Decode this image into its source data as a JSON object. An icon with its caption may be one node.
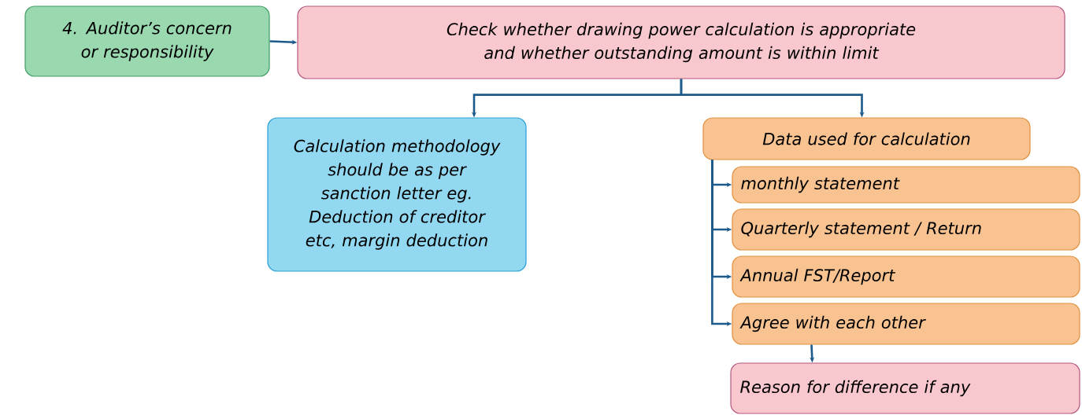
{
  "diagram": {
    "nodes": [
      {
        "text": [
          "4. Auditor’s concern or responsibility"
        ]
      },
      {
        "text": [
          "Check whether drawing power calculation is appropriate and whether outstanding amount is within limit"
        ]
      },
      {
        "text": [
          "Calculation methodology should be as per sanction letter eg. Deduction of creditor etc, margin deduction"
        ]
      },
      {
        "text": [
          "Data used for calculation"
        ]
      },
      {
        "text": [
          "monthly statement"
        ]
      },
      {
        "text": [
          "Quarterly statement / Return"
        ]
      },
      {
        "text": [
          "Annual FST/Report"
        ]
      },
      {
        "text": [
          "Agree with each other"
        ]
      },
      {
        "text": [
          "Reason for difference if any"
        ]
      }
    ],
    "edges": [
      {
        "from": 0,
        "to": 1,
        "arrow": "to"
      },
      {
        "from": 1,
        "to": 2,
        "arrow": "to"
      },
      {
        "from": 1,
        "to": 3,
        "arrow": "to"
      },
      {
        "from": 3,
        "to": 4,
        "arrow": "to"
      },
      {
        "from": 3,
        "to": 5,
        "arrow": "to"
      },
      {
        "from": 3,
        "to": 6,
        "arrow": "to"
      },
      {
        "from": 3,
        "to": 7,
        "arrow": "to"
      },
      {
        "from": 7,
        "to": 8,
        "arrow": "to"
      }
    ]
  }
}
